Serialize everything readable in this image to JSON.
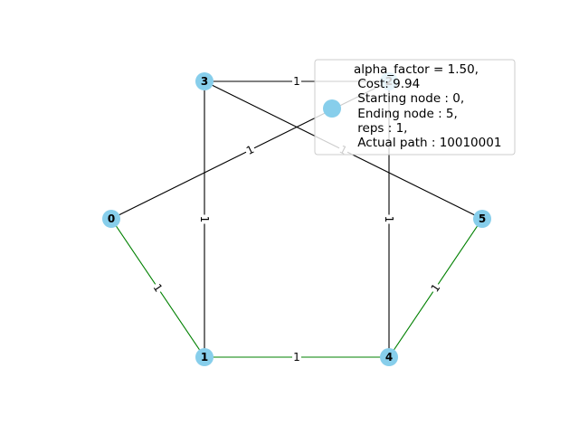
{
  "graph": {
    "node_color": "#87ceeb",
    "edge_color_default": "#000000",
    "edge_color_path": "#008000",
    "nodes": [
      {
        "id": "0",
        "label": "0"
      },
      {
        "id": "1",
        "label": "1"
      },
      {
        "id": "2",
        "label": "2"
      },
      {
        "id": "3",
        "label": "3"
      },
      {
        "id": "4",
        "label": "4"
      },
      {
        "id": "5",
        "label": "5"
      }
    ],
    "edges": [
      {
        "source": "3",
        "target": "2",
        "label": "1",
        "on_path": false
      },
      {
        "source": "0",
        "target": "2",
        "label": "1",
        "on_path": false
      },
      {
        "source": "3",
        "target": "5",
        "label": "1",
        "on_path": false
      },
      {
        "source": "3",
        "target": "1",
        "label": "1",
        "on_path": false
      },
      {
        "source": "2",
        "target": "4",
        "label": "1",
        "on_path": false
      },
      {
        "source": "0",
        "target": "1",
        "label": "1",
        "on_path": true
      },
      {
        "source": "1",
        "target": "4",
        "label": "1",
        "on_path": true
      },
      {
        "source": "4",
        "target": "5",
        "label": "1",
        "on_path": true
      }
    ]
  },
  "legend": {
    "lines": [
      "alpha_factor = 1.50,",
      " Cost: 9.94",
      " Starting node : 0,",
      " Ending node : 5,",
      " reps : 1,",
      " Actual path : 10010001"
    ]
  }
}
